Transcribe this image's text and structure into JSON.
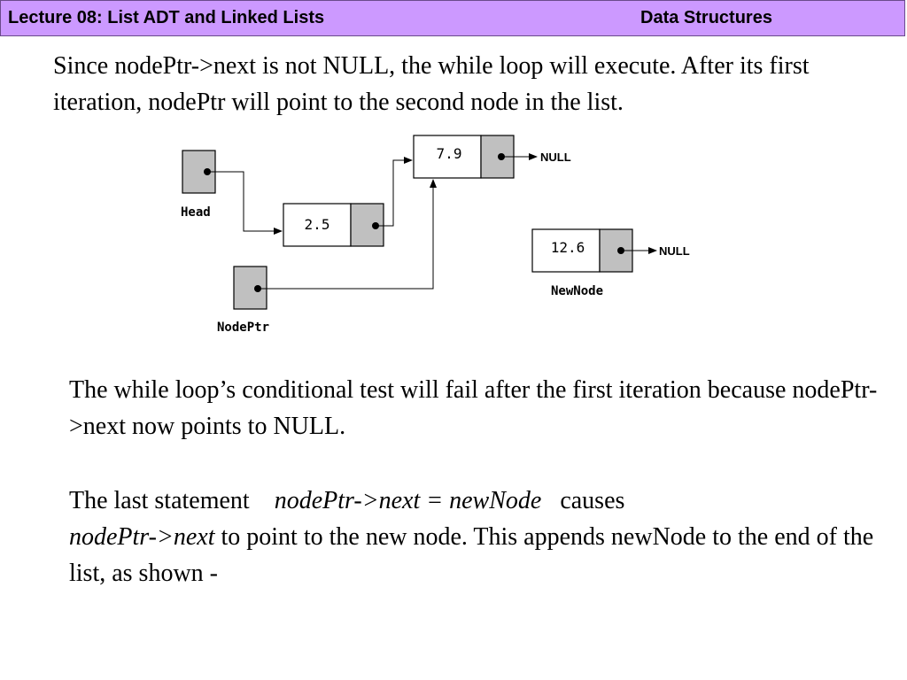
{
  "header": {
    "title_left": "Lecture 08: List ADT and Linked Lists",
    "title_right": "Data Structures"
  },
  "paragraph1": "Since nodePtr->next is not NULL, the while loop will execute. After its first iteration, nodePtr will point to the second node in the list.",
  "paragraph2": "The while loop’s conditional test will fail after the first iteration because nodePtr->next now points to NULL.",
  "paragraph3": {
    "part1": "The last statement",
    "code1": "nodePtr->next = newNode",
    "part2": "causes",
    "code2": "nodePtr->next",
    "part3": "to point to the new node. This appends newNode to the end of the list, as shown -"
  },
  "diagram": {
    "head_label": "Head",
    "nodeptr_label": "NodePtr",
    "newnode_label": "NewNode",
    "node1_value": "2.5",
    "node2_value": "7.9",
    "newnode_value": "12.6",
    "null_text_1": "NULL",
    "null_text_2": "NULL",
    "pointer_fill": "#c0c0c0",
    "header_color": "#cc99ff"
  }
}
